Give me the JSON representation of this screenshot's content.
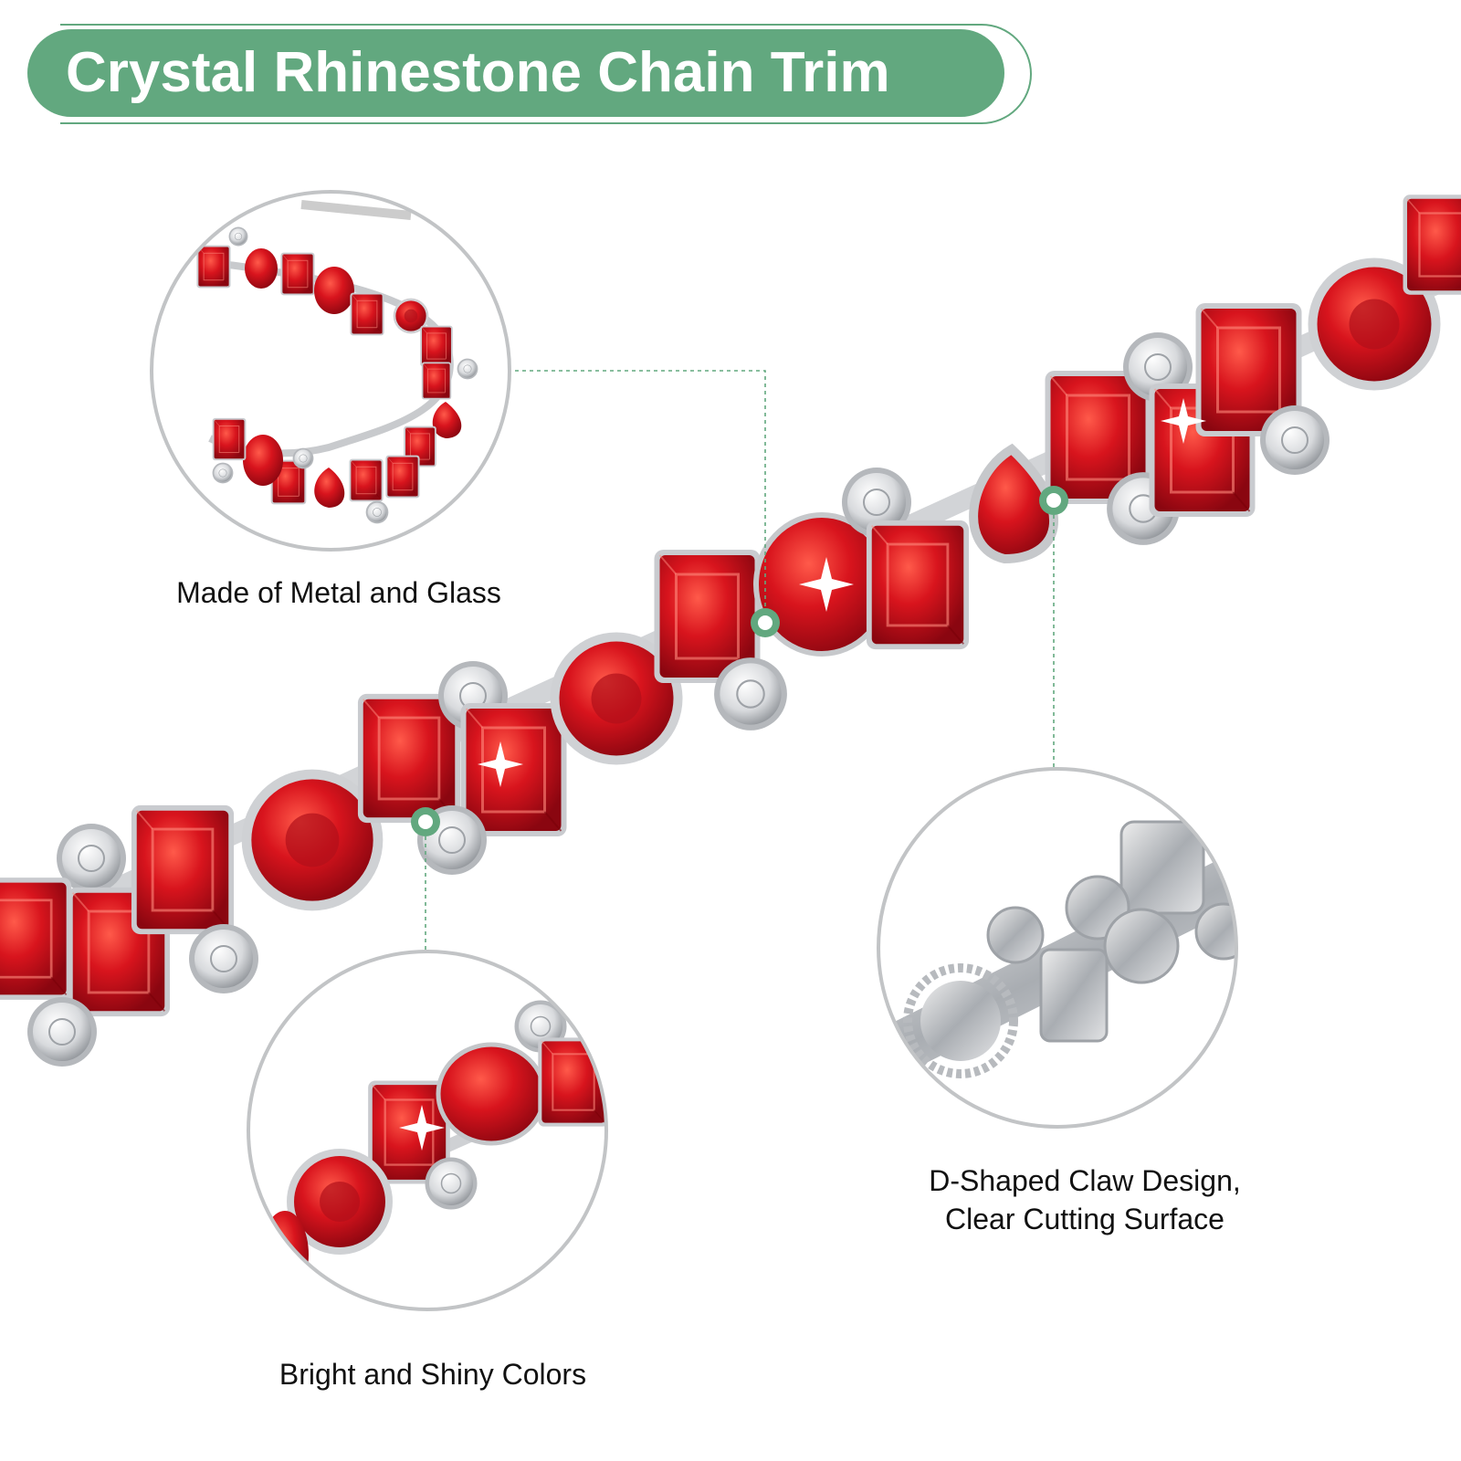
{
  "title": "Crystal Rhinestone Chain Trim",
  "features": [
    {
      "label": "Made of Metal and Glass"
    },
    {
      "label": "Bright and Shiny Colors"
    },
    {
      "label_line1": "D-Shaped Claw Design,",
      "label_line2": "Clear Cutting Surface"
    }
  ],
  "colors": {
    "accent": "#62a87f",
    "gem_red": "#d0141c",
    "crystal": "#e6e8ea",
    "metal": "#b9bcc0"
  },
  "icons": [
    "callout-dot-icon"
  ]
}
